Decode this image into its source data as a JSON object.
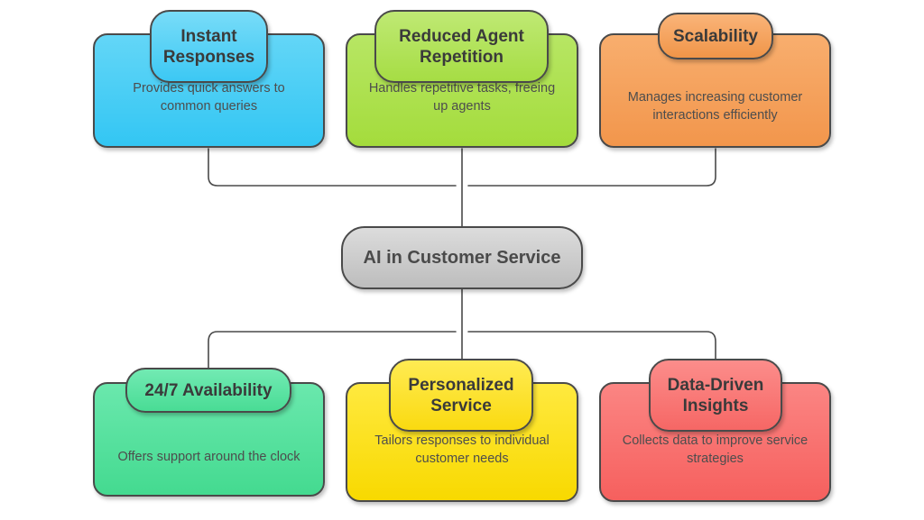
{
  "diagram": {
    "type": "hierarchy-mindmap",
    "center": {
      "label": "AI in Customer Service",
      "color": "#c6c6c6"
    },
    "top_nodes": [
      {
        "title": "Instant Responses",
        "description": "Provides quick answers to common queries",
        "color": "#4ccdf5"
      },
      {
        "title": "Reduced Agent Repetition",
        "description": "Handles repetitive tasks, freeing up agents",
        "color": "#aee14f"
      },
      {
        "title": "Scalability",
        "description": "Manages increasing customer interactions efficiently",
        "color": "#f6a05a"
      }
    ],
    "bottom_nodes": [
      {
        "title": "24/7 Availability",
        "description": "Offers support around the clock",
        "color": "#52e09b"
      },
      {
        "title": "Personalized Service",
        "description": "Tailors responses to individual customer needs",
        "color": "#fadf18"
      },
      {
        "title": "Data-Driven Insights",
        "description": "Collects data to improve service strategies",
        "color": "#f9716f"
      }
    ],
    "connector_color": "#4a4a4a",
    "background_color": "#ffffff"
  }
}
